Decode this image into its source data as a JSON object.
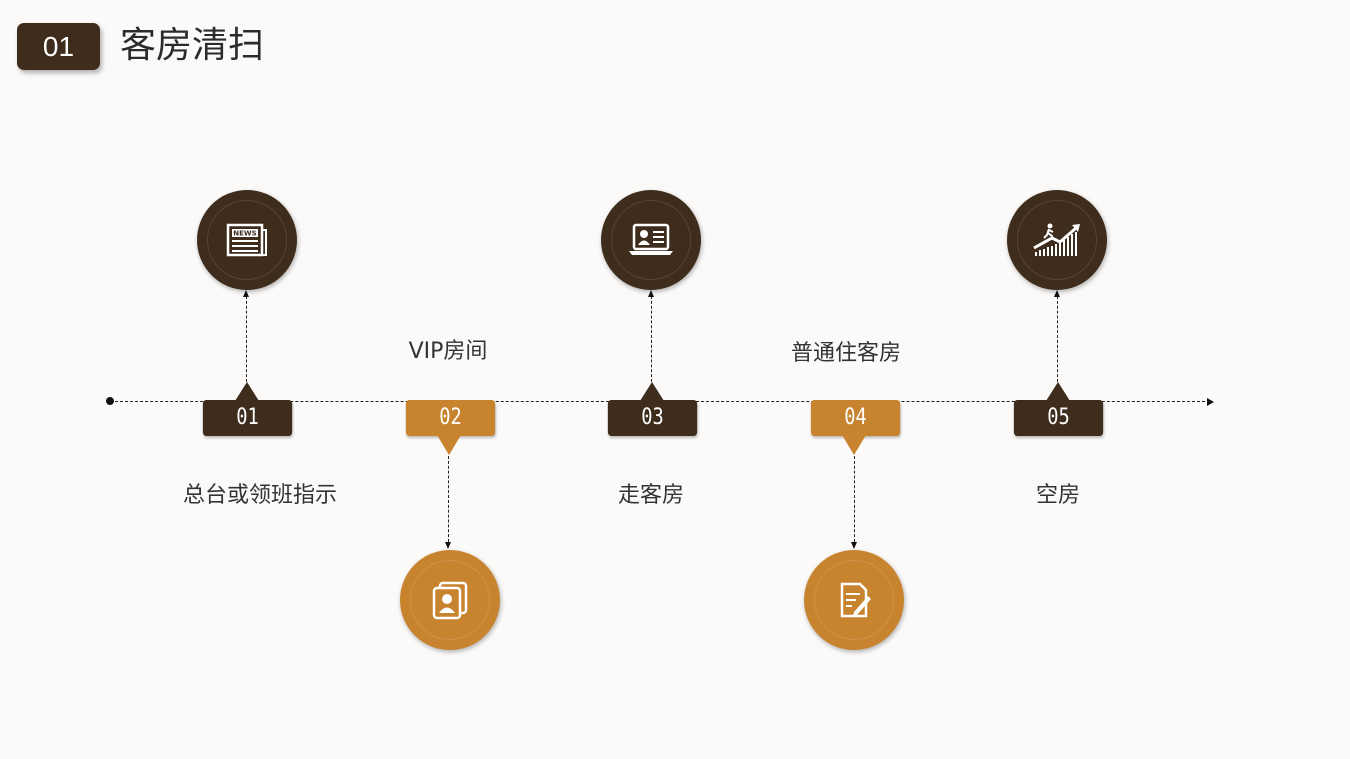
{
  "header": {
    "number": "01",
    "title": "客房清扫"
  },
  "steps": [
    {
      "number": "01",
      "label": "总台或领班指示",
      "icon": "newspaper-icon"
    },
    {
      "number": "02",
      "label": "VIP房间",
      "icon": "profile-cards-icon"
    },
    {
      "number": "03",
      "label": "走客房",
      "icon": "laptop-profile-icon"
    },
    {
      "number": "04",
      "label": "普通住客房",
      "icon": "document-edit-icon"
    },
    {
      "number": "05",
      "label": "空房",
      "icon": "growth-chart-icon"
    }
  ],
  "colors": {
    "dark": "#3e2c1c",
    "accent": "#c8832f"
  }
}
